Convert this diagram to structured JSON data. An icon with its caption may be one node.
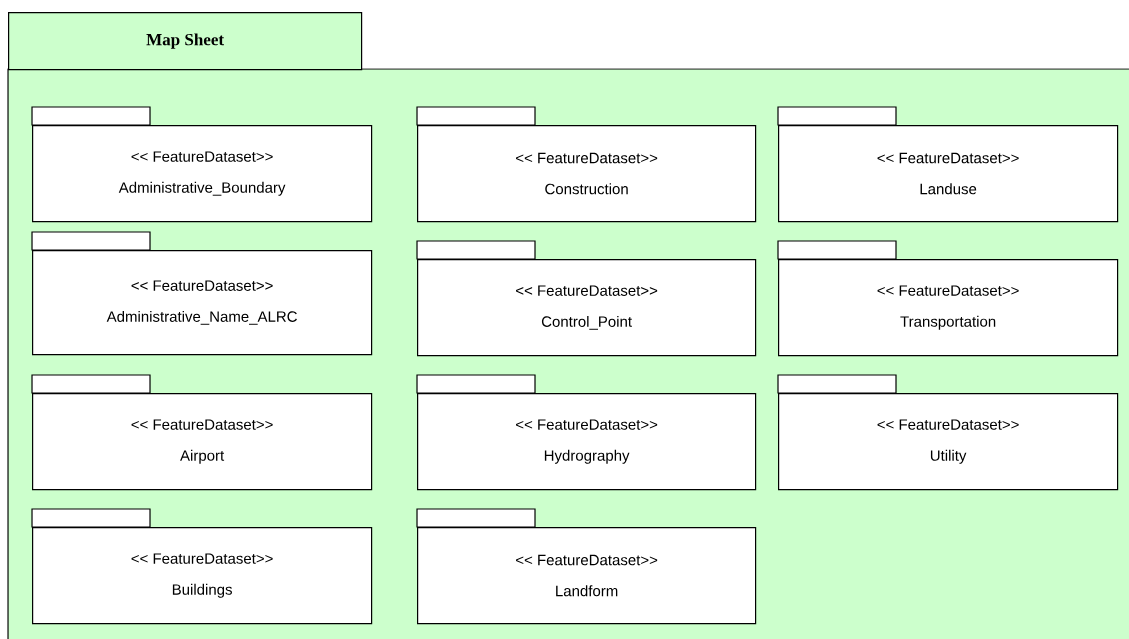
{
  "diagram": {
    "nodes": [
      {
        "text": [
          "Map Sheet"
        ]
      },
      {
        "text": [
          "<< FeatureDataset>>",
          "Administrative_Boundary"
        ],
        "in": 0
      },
      {
        "text": [
          "<< FeatureDataset>>",
          "Construction"
        ],
        "in": 0
      },
      {
        "text": [
          "<< FeatureDataset>>",
          "Landuse"
        ],
        "in": 0
      },
      {
        "text": [
          "<< FeatureDataset>>",
          "Administrative_Name_ALRC"
        ],
        "in": 0
      },
      {
        "text": [
          "<< FeatureDataset>>",
          "Control_Point"
        ],
        "in": 0
      },
      {
        "text": [
          "<< FeatureDataset>>",
          "Transportation"
        ],
        "in": 0
      },
      {
        "text": [
          "<< FeatureDataset>>",
          "Airport"
        ],
        "in": 0
      },
      {
        "text": [
          "<< FeatureDataset>>",
          "Hydrography"
        ],
        "in": 0
      },
      {
        "text": [
          "<< FeatureDataset>>",
          "Utility"
        ],
        "in": 0
      },
      {
        "text": [
          "<< FeatureDataset>>",
          "Buildings"
        ],
        "in": 0
      },
      {
        "text": [
          "<< FeatureDataset>>",
          "Landform"
        ],
        "in": 0
      }
    ]
  }
}
